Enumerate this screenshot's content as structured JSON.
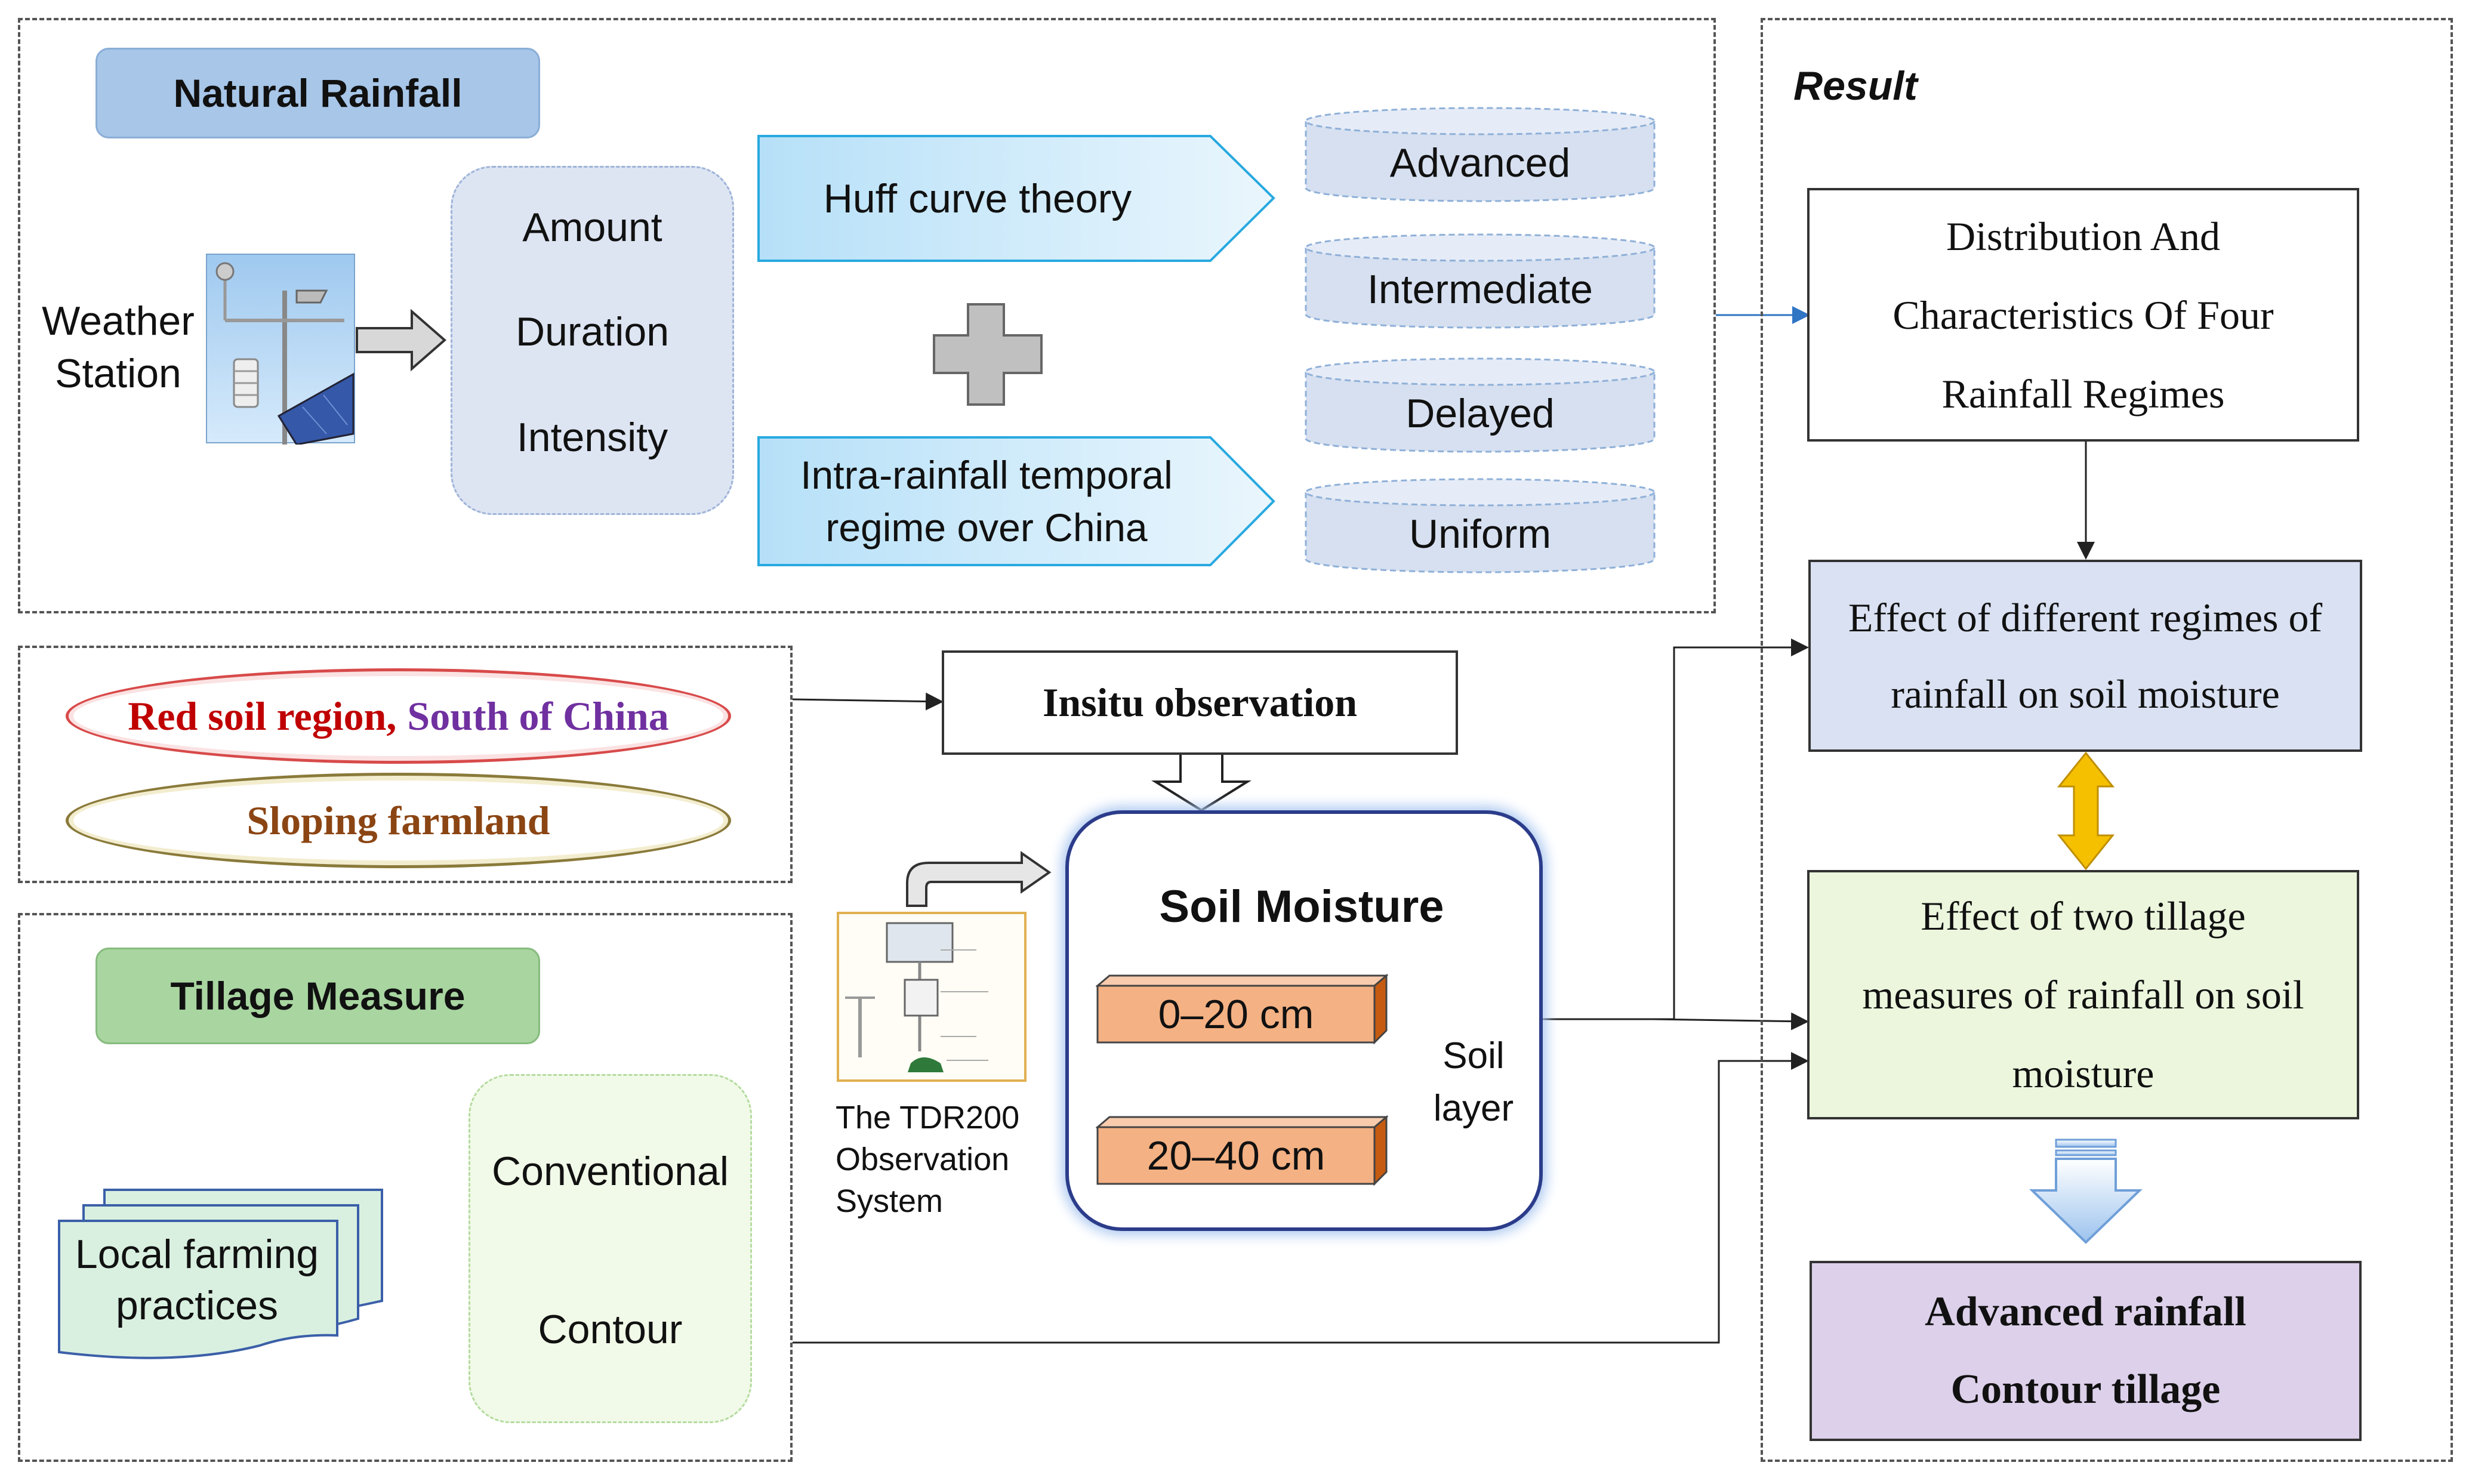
{
  "rainfall": {
    "header": "Natural Rainfall",
    "station_label_line1": "Weather",
    "station_label_line2": "Station",
    "attributes": [
      "Amount",
      "Duration",
      "Intensity"
    ],
    "method_top": "Huff curve theory",
    "method_bottom_line1": "Intra-rainfall temporal",
    "method_bottom_line2": "regime over China",
    "regimes": [
      "Advanced",
      "Intermediate",
      "Delayed",
      "Uniform"
    ]
  },
  "site": {
    "region_part1": "Red soil region,",
    "region_part2": "South of China",
    "farmland": "Sloping farmland"
  },
  "tillage": {
    "header": "Tillage Measure",
    "practices": "Local farming practices",
    "methods": [
      "Conventional",
      "Contour"
    ]
  },
  "observation": {
    "insitu": "Insitu observation",
    "tdr_caption": "The TDR200 Observation System",
    "soil_title": "Soil Moisture",
    "layers": [
      "0–20 cm",
      "20–40 cm"
    ],
    "layer_label_line1": "Soil",
    "layer_label_line2": "layer"
  },
  "result": {
    "title": "Result",
    "box1": "Distribution And Characteristics Of Four Rainfall Regimes",
    "box2": "Effect of different regimes of rainfall on soil moisture",
    "box3": "Effect of two tillage measures of rainfall on soil moisture",
    "box4_line1": "Advanced rainfall",
    "box4_line2": "Contour tillage"
  },
  "colors": {
    "blue_header": "#a7c6e8",
    "green_header": "#a8d5a0",
    "attr_box": "#dde5f3",
    "method_box": "#bfe3f7",
    "cylinder": "#d6e0f0",
    "result_blue": "#d9e1f2",
    "result_green": "#ebf6dd",
    "result_purple": "#dcd0ea",
    "layer_orange": "#f4b183",
    "red_text": "#c00000",
    "purple_text": "#7030a0",
    "brown_text": "#8b4513",
    "double_arrow": "#f5c000"
  }
}
